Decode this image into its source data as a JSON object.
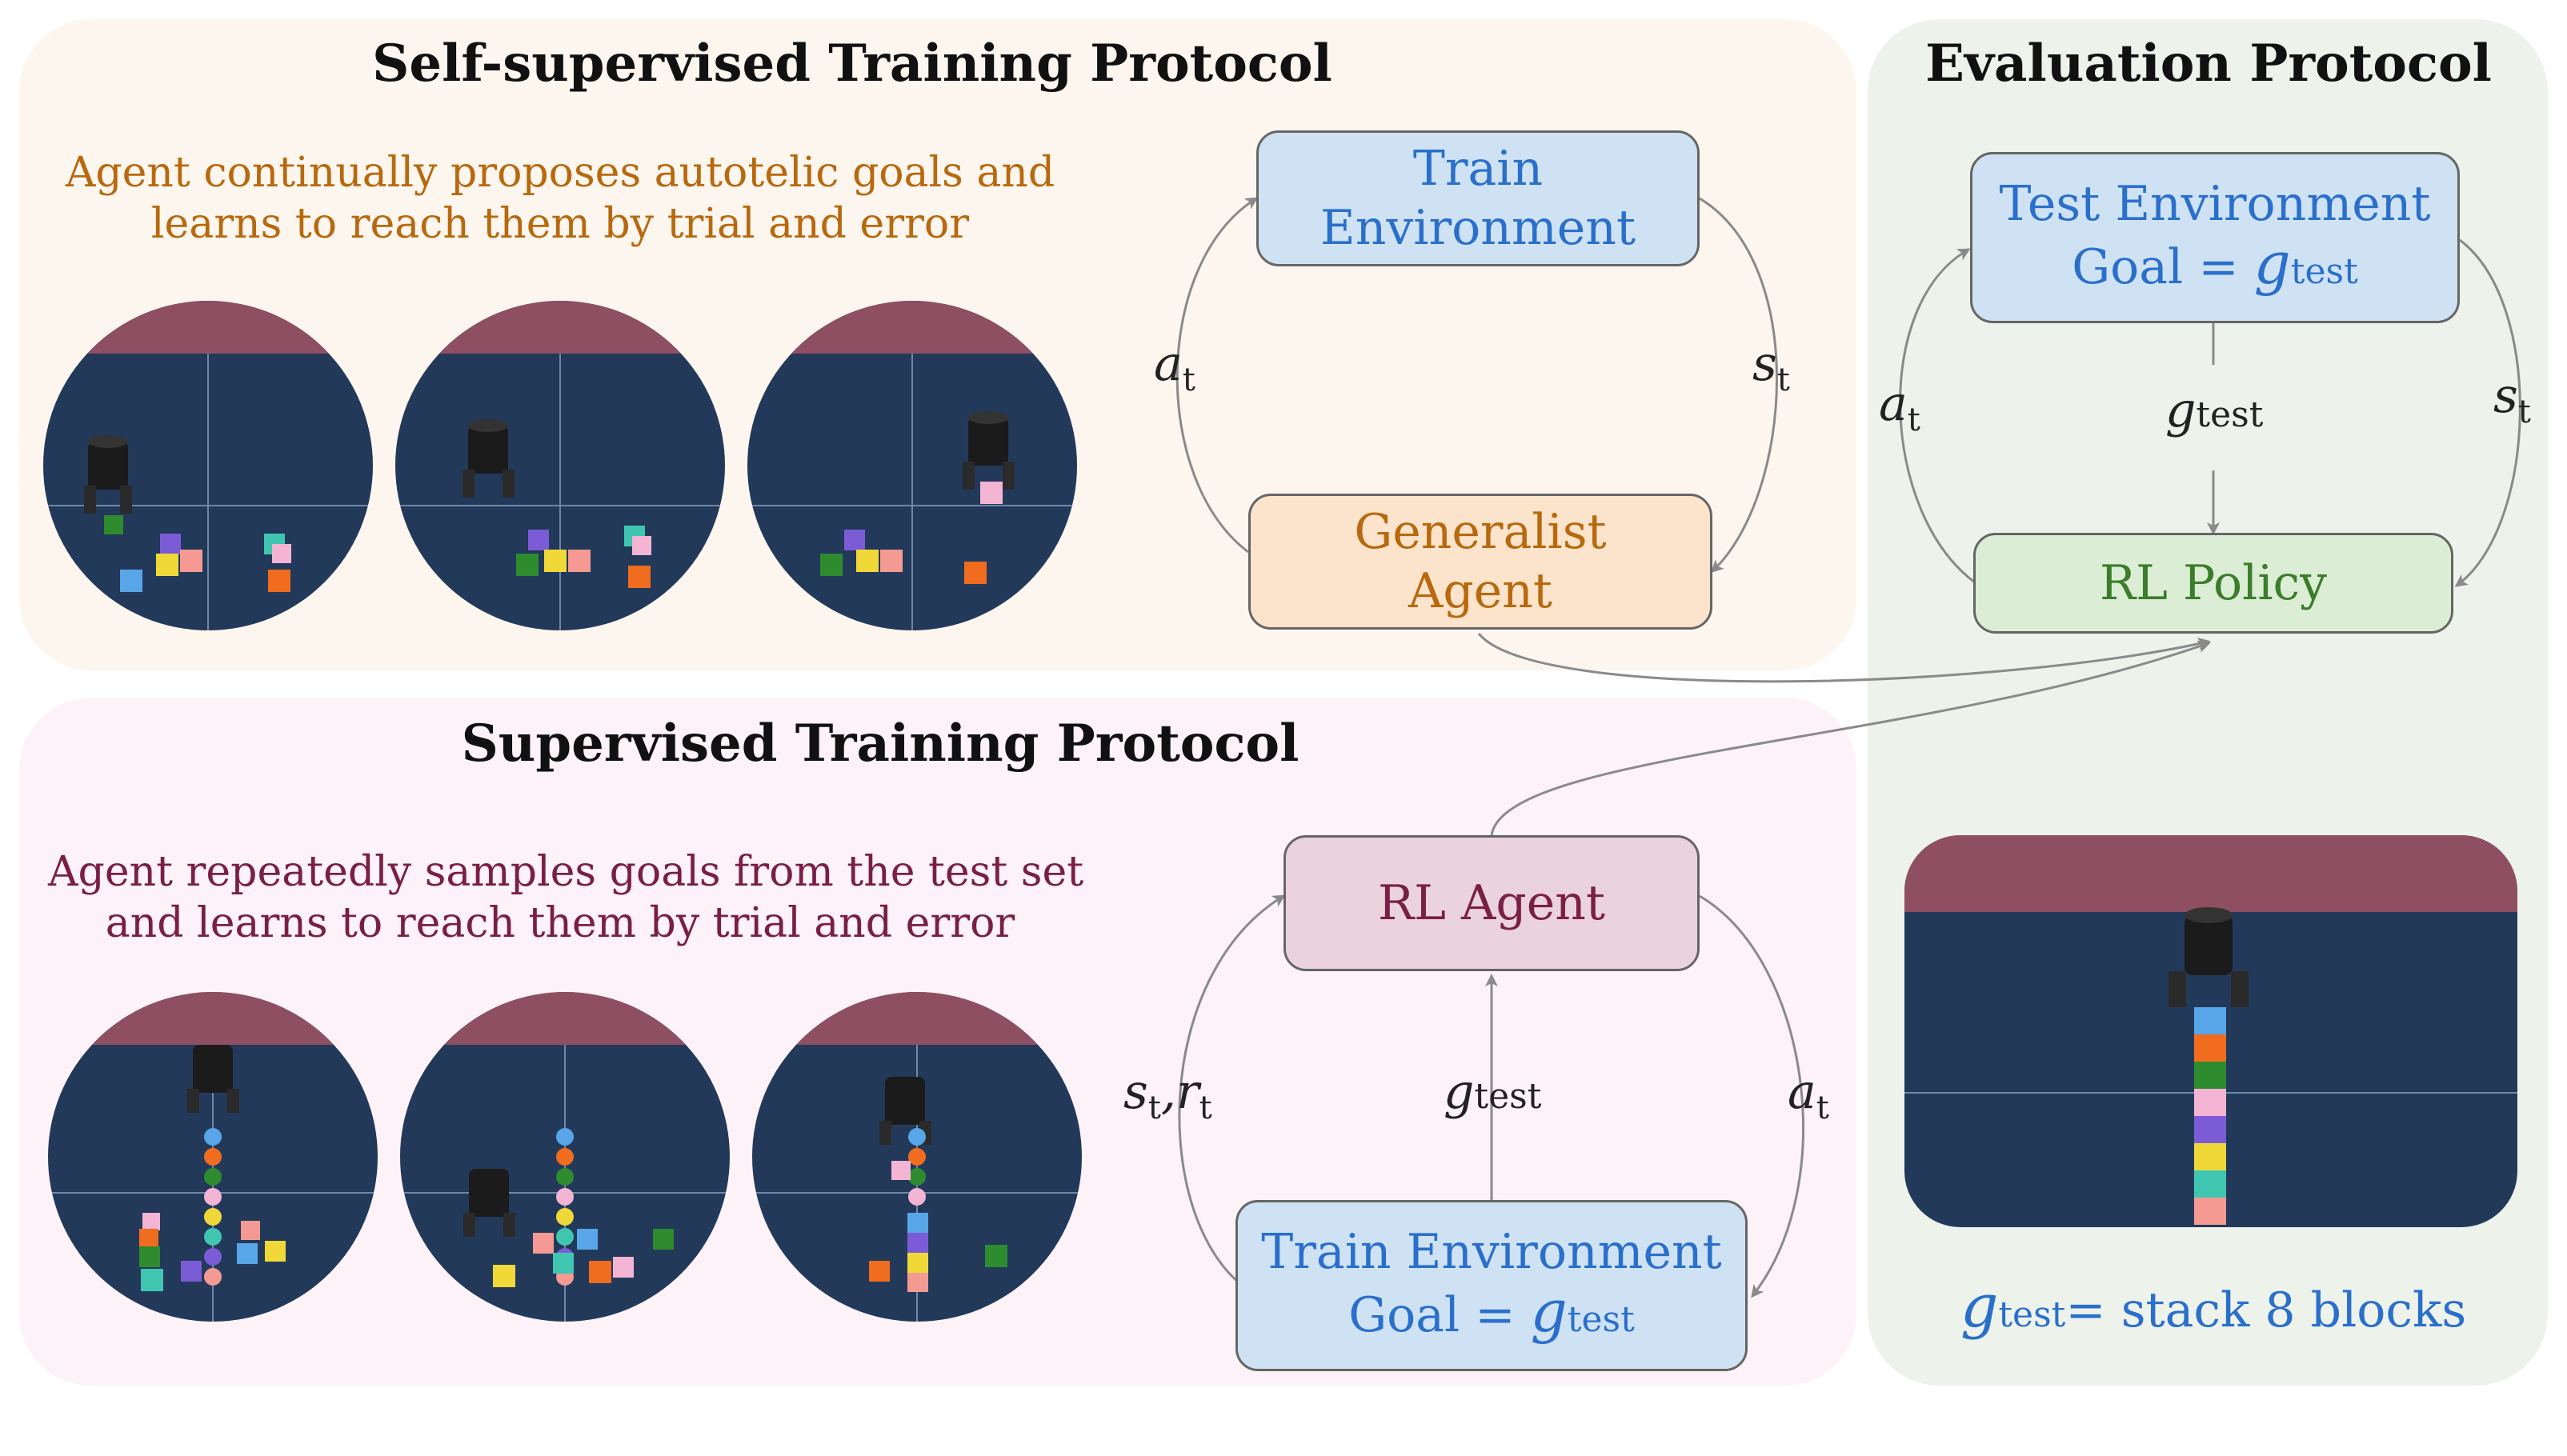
{
  "self_supervised": {
    "title": "Self-supervised Training Protocol",
    "description_line1": "Agent continually proposes autotelic goals and",
    "description_line2": "learns to reach them by trial and error",
    "train_env_line1": "Train",
    "train_env_line2": "Environment",
    "agent_line1": "Generalist",
    "agent_line2": "Agent",
    "action_label": "a",
    "action_sub": "t",
    "state_label": "s",
    "state_sub": "t"
  },
  "supervised": {
    "title": "Supervised Training Protocol",
    "description_line1": "Agent repeatedly samples goals from the test set",
    "description_line2": "and learns to reach them by trial and error",
    "agent_label": "RL Agent",
    "env_line1": "Train Environment",
    "env_line2_prefix": "Goal =",
    "goal_symbol": "g",
    "goal_sub": "test",
    "state_reward_label": "s",
    "state_sub": "t",
    "reward_label": "r",
    "reward_sub": "t",
    "action_label": "a",
    "action_sub": "t"
  },
  "evaluation": {
    "title": "Evaluation Protocol",
    "env_line1": "Test Environment",
    "env_line2_prefix": "Goal =",
    "goal_symbol": "g",
    "goal_sub": "test",
    "policy_label": "RL Policy",
    "action_label": "a",
    "action_sub": "t",
    "state_label": "s",
    "state_sub": "t",
    "caption_suffix": "= stack 8 blocks"
  },
  "colors": {
    "sky": "#8f4f62",
    "floor": "#22395a",
    "arrow": "#8a8a8a",
    "blue_text": "#2a6fcb",
    "orange_text": "#b8690e"
  },
  "icons": [
    "robot-gripper-icon",
    "cube-icon",
    "sphere-goal-icon"
  ]
}
